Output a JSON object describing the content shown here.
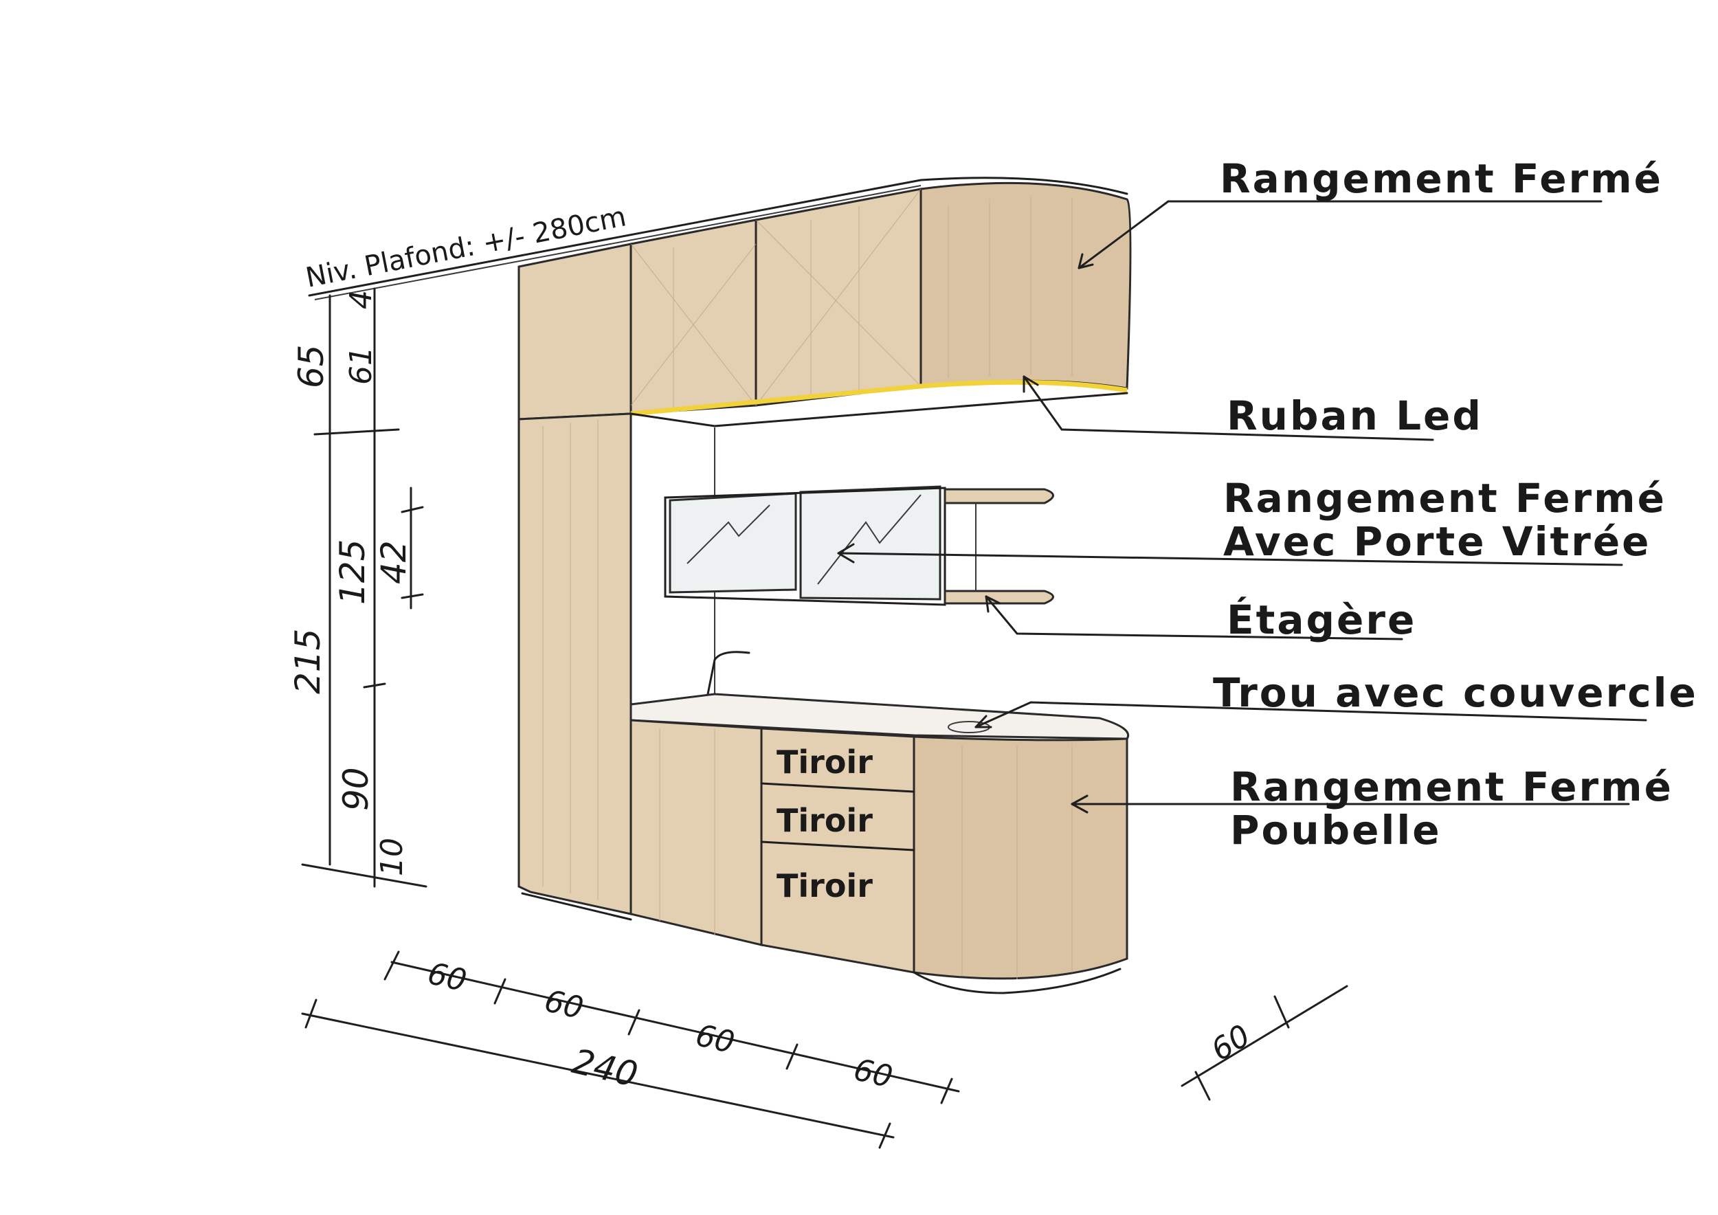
{
  "title": "",
  "ceiling_note": "Niv. Plafond: +/- 280cm",
  "labels": {
    "upper_storage": "Rangement Fermé",
    "led": "Ruban Led",
    "glass_storage_line1": "Rangement Fermé",
    "glass_storage_line2": "Avec Porte Vitrée",
    "shelf": "Étagère",
    "hole": "Trou avec couvercle",
    "bin_storage_line1": "Rangement Fermé",
    "bin_storage_line2": "Poubelle"
  },
  "drawers": [
    "Tiroir",
    "Tiroir",
    "Tiroir"
  ],
  "dimensions": {
    "height_top": "65",
    "height_top_inner_a": "4",
    "height_top_inner_b": "61",
    "height_total_lower": "215",
    "height_middle": "125",
    "height_glass": "42",
    "height_base": "90",
    "plinth": "10",
    "widths": [
      "60",
      "60",
      "60",
      "60"
    ],
    "total_width": "240",
    "depth": "60"
  },
  "colors": {
    "wood": "#e3cfb2",
    "led": "#f2d23a",
    "ink": "#1f1f1f"
  }
}
